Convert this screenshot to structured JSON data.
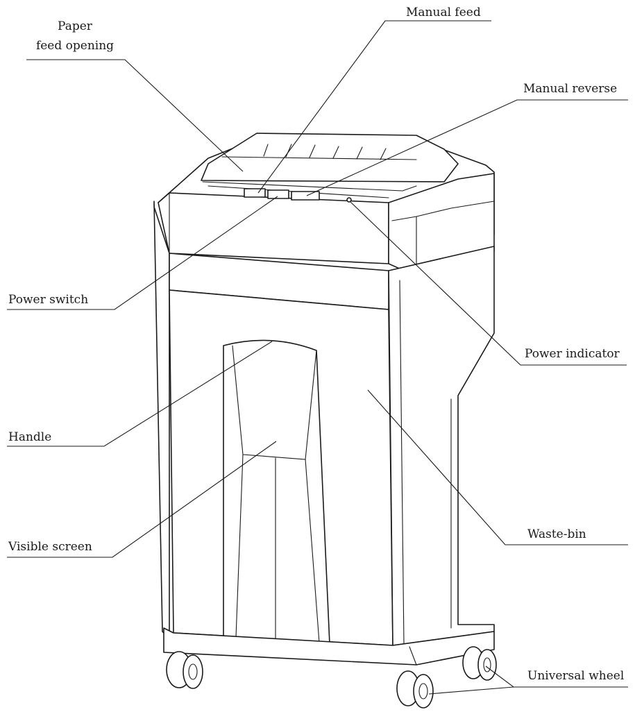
{
  "labels": {
    "paper_feed_line1": "Paper",
    "paper_feed_line2": "feed opening",
    "manual_feed": "Manual feed",
    "manual_reverse": "Manual reverse",
    "power_switch": "Power switch",
    "power_indicator": "Power indicator",
    "handle": "Handle",
    "waste_bin": "Waste-bin",
    "visible_screen": "Visible screen",
    "universal_wheel": "Universal wheel"
  },
  "colors": {
    "line": "#1a1a1a",
    "background": "#ffffff"
  }
}
